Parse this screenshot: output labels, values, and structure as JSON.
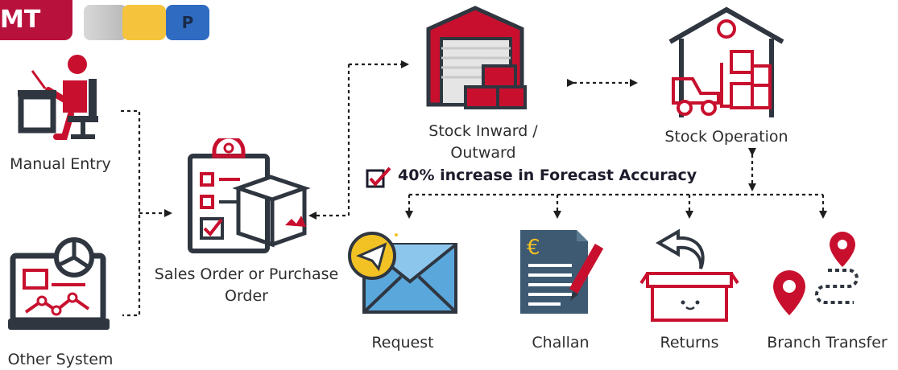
{
  "brand": {
    "logo_text": "MT",
    "tile_letter": "P"
  },
  "nodes": {
    "manual_entry": "Manual Entry",
    "other_system": "Other System",
    "order_line1": "Sales Order or Purchase",
    "order_line2": "Order",
    "inward_line1": "Stock Inward /",
    "inward_line2": "Outward",
    "operation": "Stock Operation",
    "request": "Request",
    "challan": "Challan",
    "returns": "Returns",
    "branch_transfer": "Branch Transfer"
  },
  "highlight": "40% increase in Forecast Accuracy",
  "icons": {
    "challan_symbol": "€"
  },
  "colors": {
    "accent": "#c8102e",
    "dark": "#2f3640",
    "brand": "#b8123c",
    "envelope": "#5aa7dc",
    "yellow": "#f2c124",
    "doc": "#3d5a72"
  }
}
